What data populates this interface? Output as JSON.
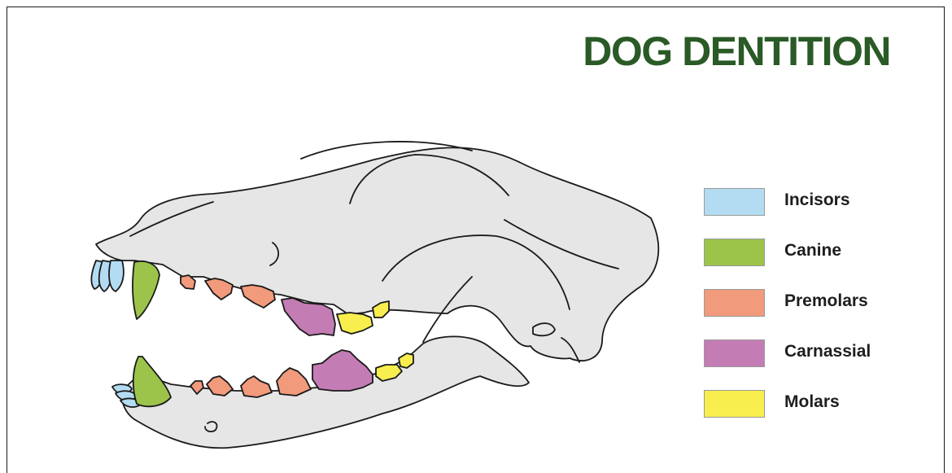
{
  "title": "DOG DENTITION",
  "colors": {
    "title": "#2a5a26",
    "bone": "#e6e6e6",
    "outline": "#1a1a1a",
    "incisors": "#b3dcf2",
    "canine": "#9cc44a",
    "premolars": "#f29a7c",
    "carnassial": "#c47cb4",
    "molars": "#f8ee4e"
  },
  "legend": {
    "items": [
      {
        "label": "Incisors",
        "color": "#b3dcf2"
      },
      {
        "label": "Canine",
        "color": "#9cc44a"
      },
      {
        "label": "Premolars",
        "color": "#f29a7c"
      },
      {
        "label": "Carnassial",
        "color": "#c47cb4"
      },
      {
        "label": "Molars",
        "color": "#f8ee4e"
      }
    ]
  }
}
